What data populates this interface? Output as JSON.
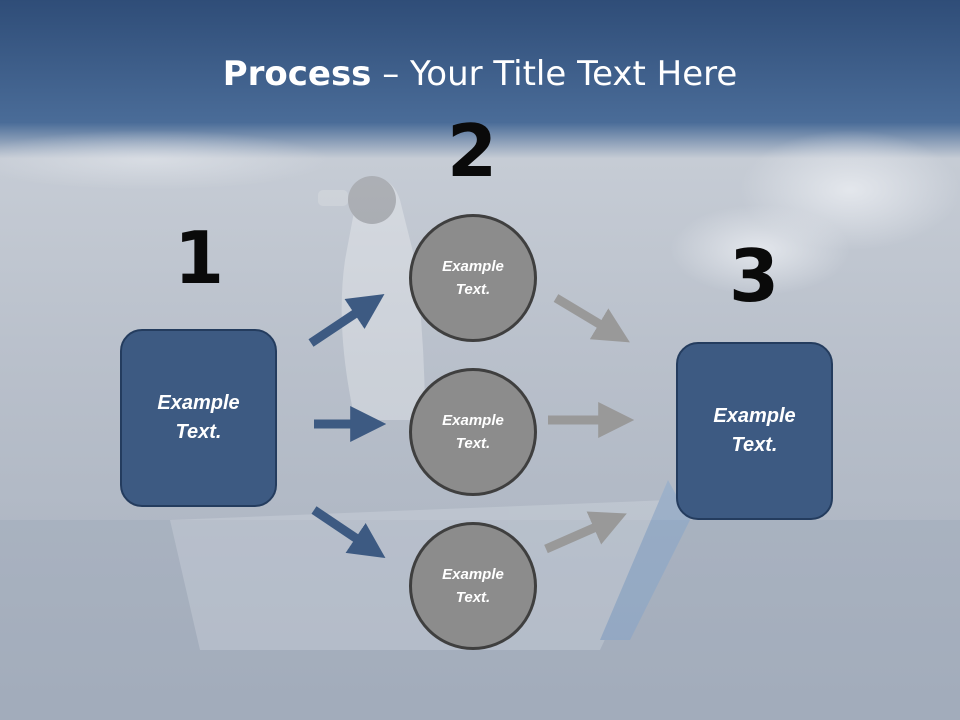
{
  "slide": {
    "title_bold": "Process",
    "title_rest": " – Your Title Text Here"
  },
  "steps": [
    {
      "number": "1"
    },
    {
      "number": "2"
    },
    {
      "number": "3"
    }
  ],
  "left_box": {
    "text": "Example\nText."
  },
  "right_box": {
    "text": "Example\nText."
  },
  "circles": [
    {
      "text": "Example\nText."
    },
    {
      "text": "Example\nText."
    },
    {
      "text": "Example\nText."
    }
  ],
  "colors": {
    "header_blue": "#3f6390",
    "box_fill": "#3d5a82",
    "circle_fill": "#8c8c8c",
    "arrow_blue": "#3d5a82",
    "arrow_gray": "#999999"
  },
  "background_image": "man-with-binoculars-in-paper-boat"
}
